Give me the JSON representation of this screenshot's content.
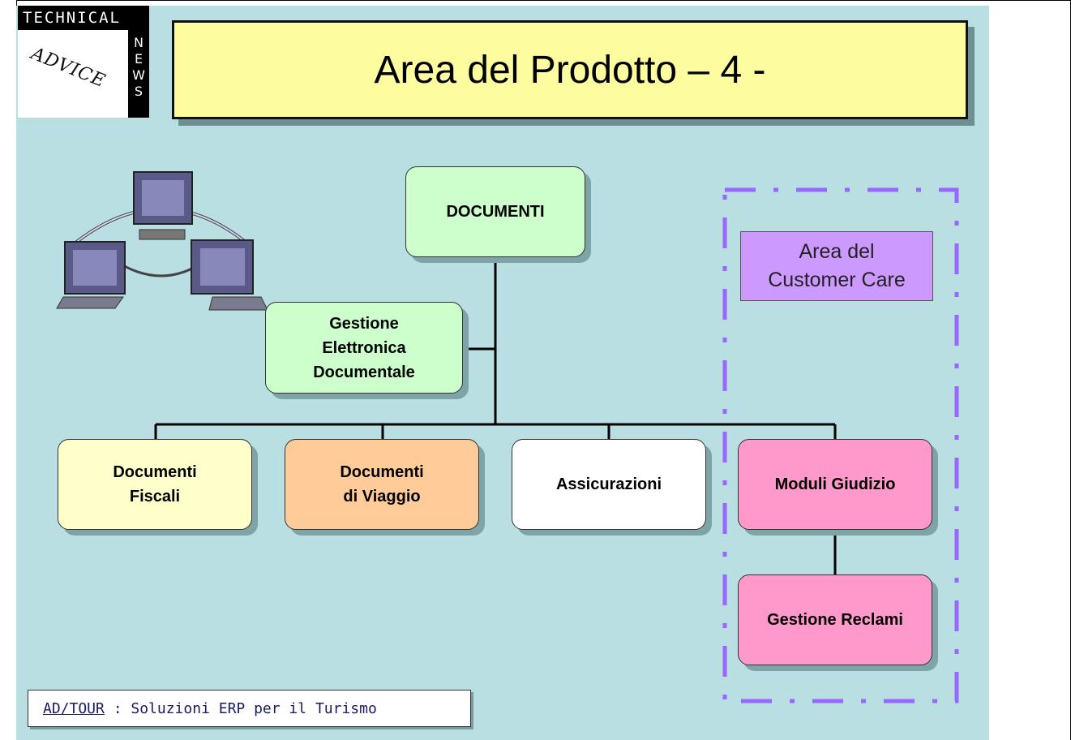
{
  "logo": {
    "top_text": "TECHNICAL",
    "side_text": "N\nE\nW\nS",
    "script_text": "ADVICE"
  },
  "title": "Area del Prodotto – 4 -",
  "nodes": {
    "documenti": "DOCUMENTI",
    "gestione_elettronica": "Gestione\nElettronica\nDocumentale",
    "documenti_fiscali": "Documenti\nFiscali",
    "documenti_viaggio": "Documenti\ndi Viaggio",
    "assicurazioni": "Assicurazioni",
    "moduli_giudizio": "Moduli  Giudizio",
    "gestione_reclami": "Gestione Reclami"
  },
  "customer_care_label": "Area del\nCustomer Care",
  "footer": {
    "brand": "AD/TOUR",
    "text": " : Soluzioni ERP per il Turismo"
  },
  "colors": {
    "background": "#b9dfe2",
    "title_fill": "#fdfda0",
    "green_node": "#ccffcc",
    "yellow_node": "#ffffcc",
    "orange_node": "#ffcc99",
    "white_node": "#ffffff",
    "pink_node": "#ff99cc",
    "customer_care": "#cc99ff",
    "dashed_border": "#9966ff"
  }
}
